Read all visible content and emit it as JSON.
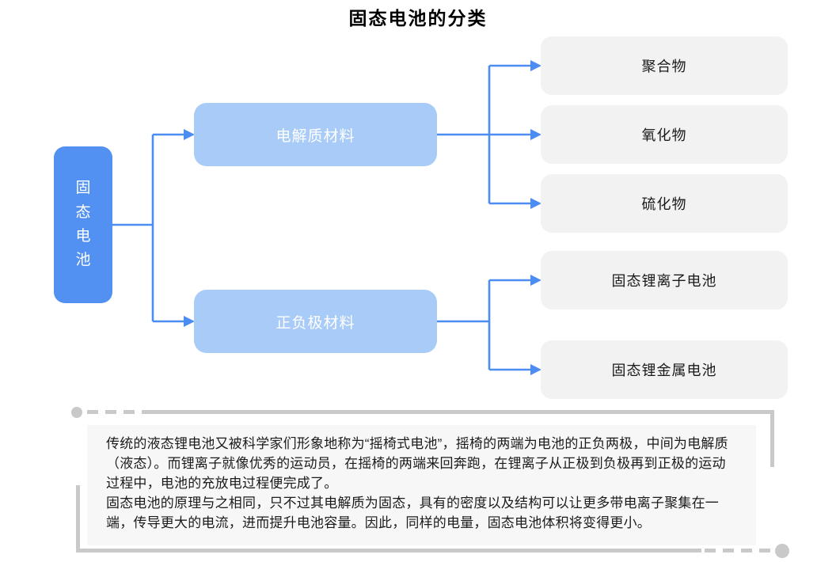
{
  "title": "固态电池的分类",
  "tree": {
    "root": {
      "label": "固态电池"
    },
    "branches": [
      {
        "label": "电解质材料",
        "children": [
          {
            "label": "聚合物"
          },
          {
            "label": "氧化物"
          },
          {
            "label": "硫化物"
          }
        ]
      },
      {
        "label": "正负极材料",
        "children": [
          {
            "label": "固态锂离子电池"
          },
          {
            "label": "固态锂金属电池"
          }
        ]
      }
    ]
  },
  "note": {
    "paragraphs": [
      "传统的液态锂电池又被科学家们形象地称为“摇椅式电池”，摇椅的两端为电池的正负两极，中间为电解质（液态）。而锂离子就像优秀的运动员，在摇椅的两端来回奔跑，在锂离子从正极到负极再到正极的运动过程中，电池的充放电过程便完成了。",
      "固态电池的原理与之相同，只不过其电解质为固态，具有的密度以及结构可以让更多带电离子聚集在一端，传导更大的电流，进而提升电池容量。因此，同样的电量，固态电池体积将变得更小。"
    ]
  },
  "colors": {
    "root_node": "#5291f1",
    "branch_node": "#a9cbf7",
    "leaf_node": "#f2f2f3",
    "connector": "#4c8df2",
    "note_background": "#f7f7f7",
    "decoration_gray": "#c9c9c9",
    "title_text": "#000000",
    "node_text_light": "#ffffff",
    "body_text": "#1b1b1b"
  }
}
